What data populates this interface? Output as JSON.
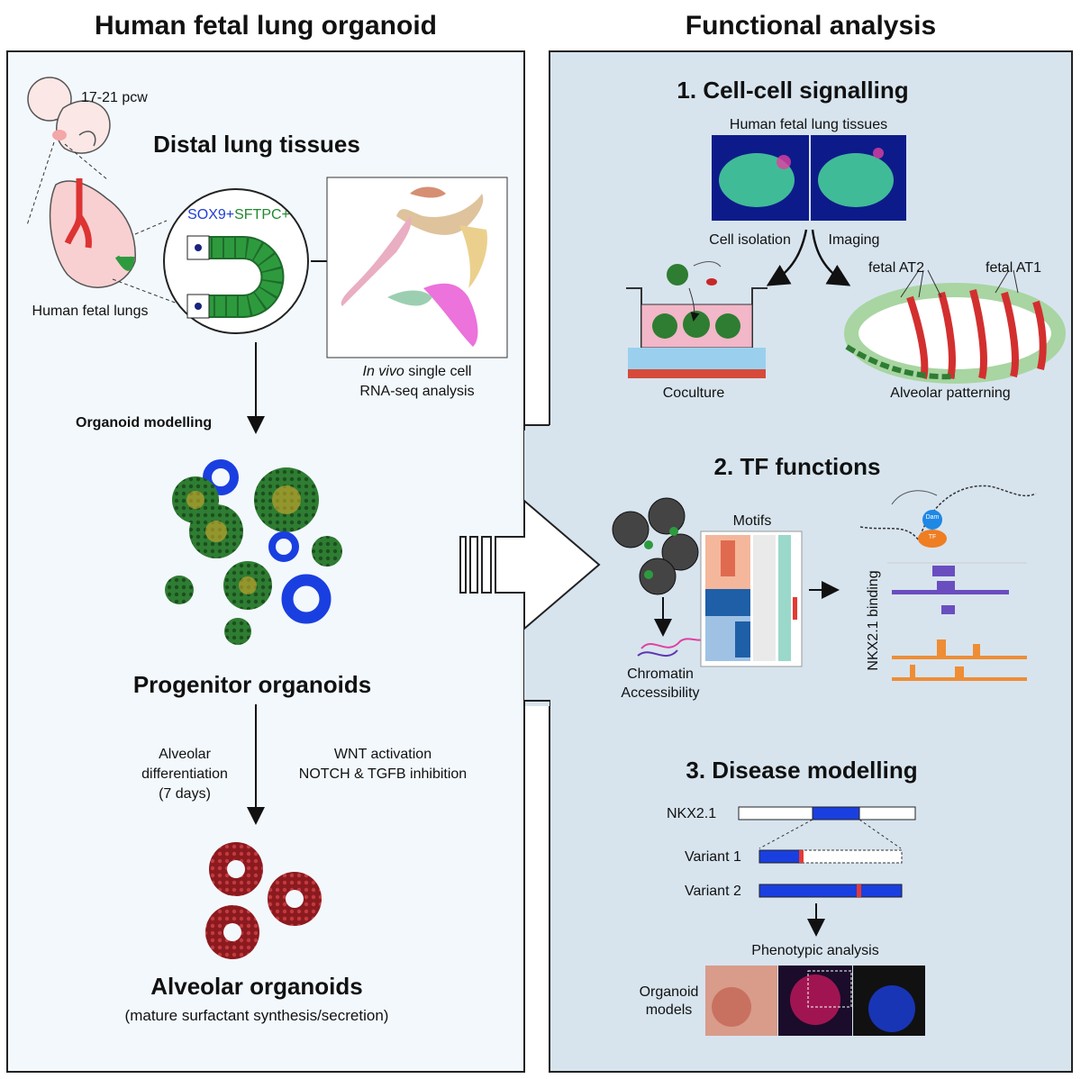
{
  "headers": {
    "left": "Human fetal lung organoid",
    "right": "Functional analysis"
  },
  "left": {
    "age": "17-21 pcw",
    "tissue_title": "Distal lung tissues",
    "fetal_lungs": "Human fetal lungs",
    "marker_sox9": "SOX9+",
    "marker_sftpc": "SFTPC+",
    "invivo_em": "In vivo",
    "invivo_rest": " single cell",
    "rnaseq": "RNA-seq analysis",
    "organoid_modelling": "Organoid modelling",
    "progenitor": "Progenitor organoids",
    "alv_diff_1": "Alveolar",
    "alv_diff_2": "differentiation",
    "alv_diff_3": "(7 days)",
    "wnt_1": "WNT activation",
    "wnt_2": "NOTCH & TGFB inhibition",
    "alveolar": "Alveolar organoids",
    "alveolar_sub": "(mature surfactant synthesis/secretion)"
  },
  "right": {
    "s1_title": "1. Cell-cell signalling",
    "s1_tissues": "Human fetal lung tissues",
    "s1_isolation": "Cell isolation",
    "s1_imaging": "Imaging",
    "s1_at2": "fetal AT2",
    "s1_at1": "fetal AT1",
    "s1_coculture": "Coculture",
    "s1_patterning": "Alveolar patterning",
    "s2_title": "2. TF functions",
    "s2_motifs": "Motifs",
    "s2_chromatin_1": "Chromatin",
    "s2_chromatin_2": "Accessibility",
    "s2_binding": "NKX2.1 binding",
    "s2_dam": "Dam",
    "s2_tf": "TF",
    "s3_title": "3. Disease modelling",
    "s3_gene": "NKX2.1",
    "s3_variant1": "Variant 1",
    "s3_variant2": "Variant 2",
    "s3_phenotypic": "Phenotypic analysis",
    "s3_models_1": "Organoid",
    "s3_models_2": "models"
  },
  "colors": {
    "panel_left": "#f3f8fc",
    "panel_right": "#d7e4ee",
    "sox9_blue": "#1f3fd6",
    "sftpc_green": "#1f8a2e",
    "organoid_green": "#2e7d32",
    "organoid_blue": "#1a3fe0",
    "alveolar_red": "#8b1a1f",
    "variant_red": "#e53935"
  }
}
